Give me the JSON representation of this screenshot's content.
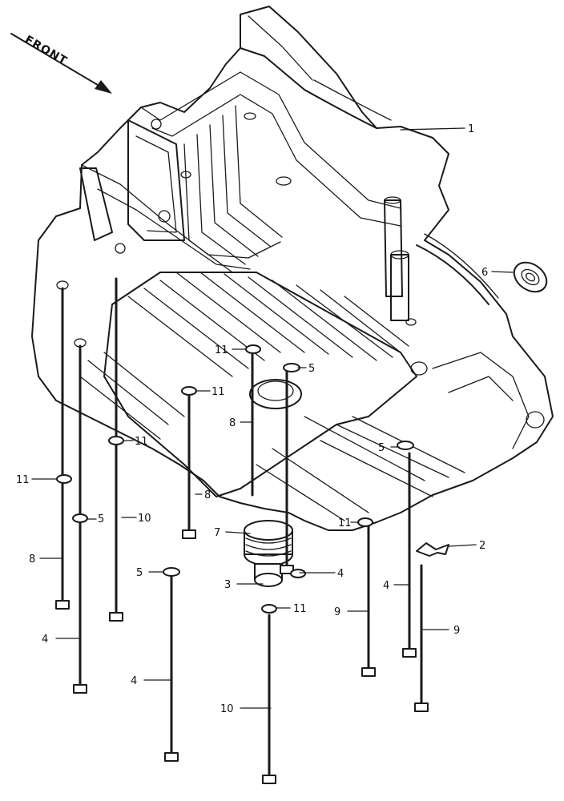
{
  "direction_label": "FRONT",
  "callouts": {
    "c1": "1",
    "c2": "2",
    "c3": "3",
    "c4a": "4",
    "c4b": "4",
    "c4c": "4",
    "c4d": "4",
    "c5a": "5",
    "c5b": "5",
    "c5c": "5",
    "c5d": "5",
    "c6": "6",
    "c7": "7",
    "c8a": "8",
    "c8b": "8",
    "c8c": "8",
    "c9a": "9",
    "c9b": "9",
    "c10a": "10",
    "c10b": "10",
    "c11a": "11",
    "c11b": "11",
    "c11c": "11",
    "c11d": "11",
    "c11e": "11",
    "c11f": "11"
  }
}
